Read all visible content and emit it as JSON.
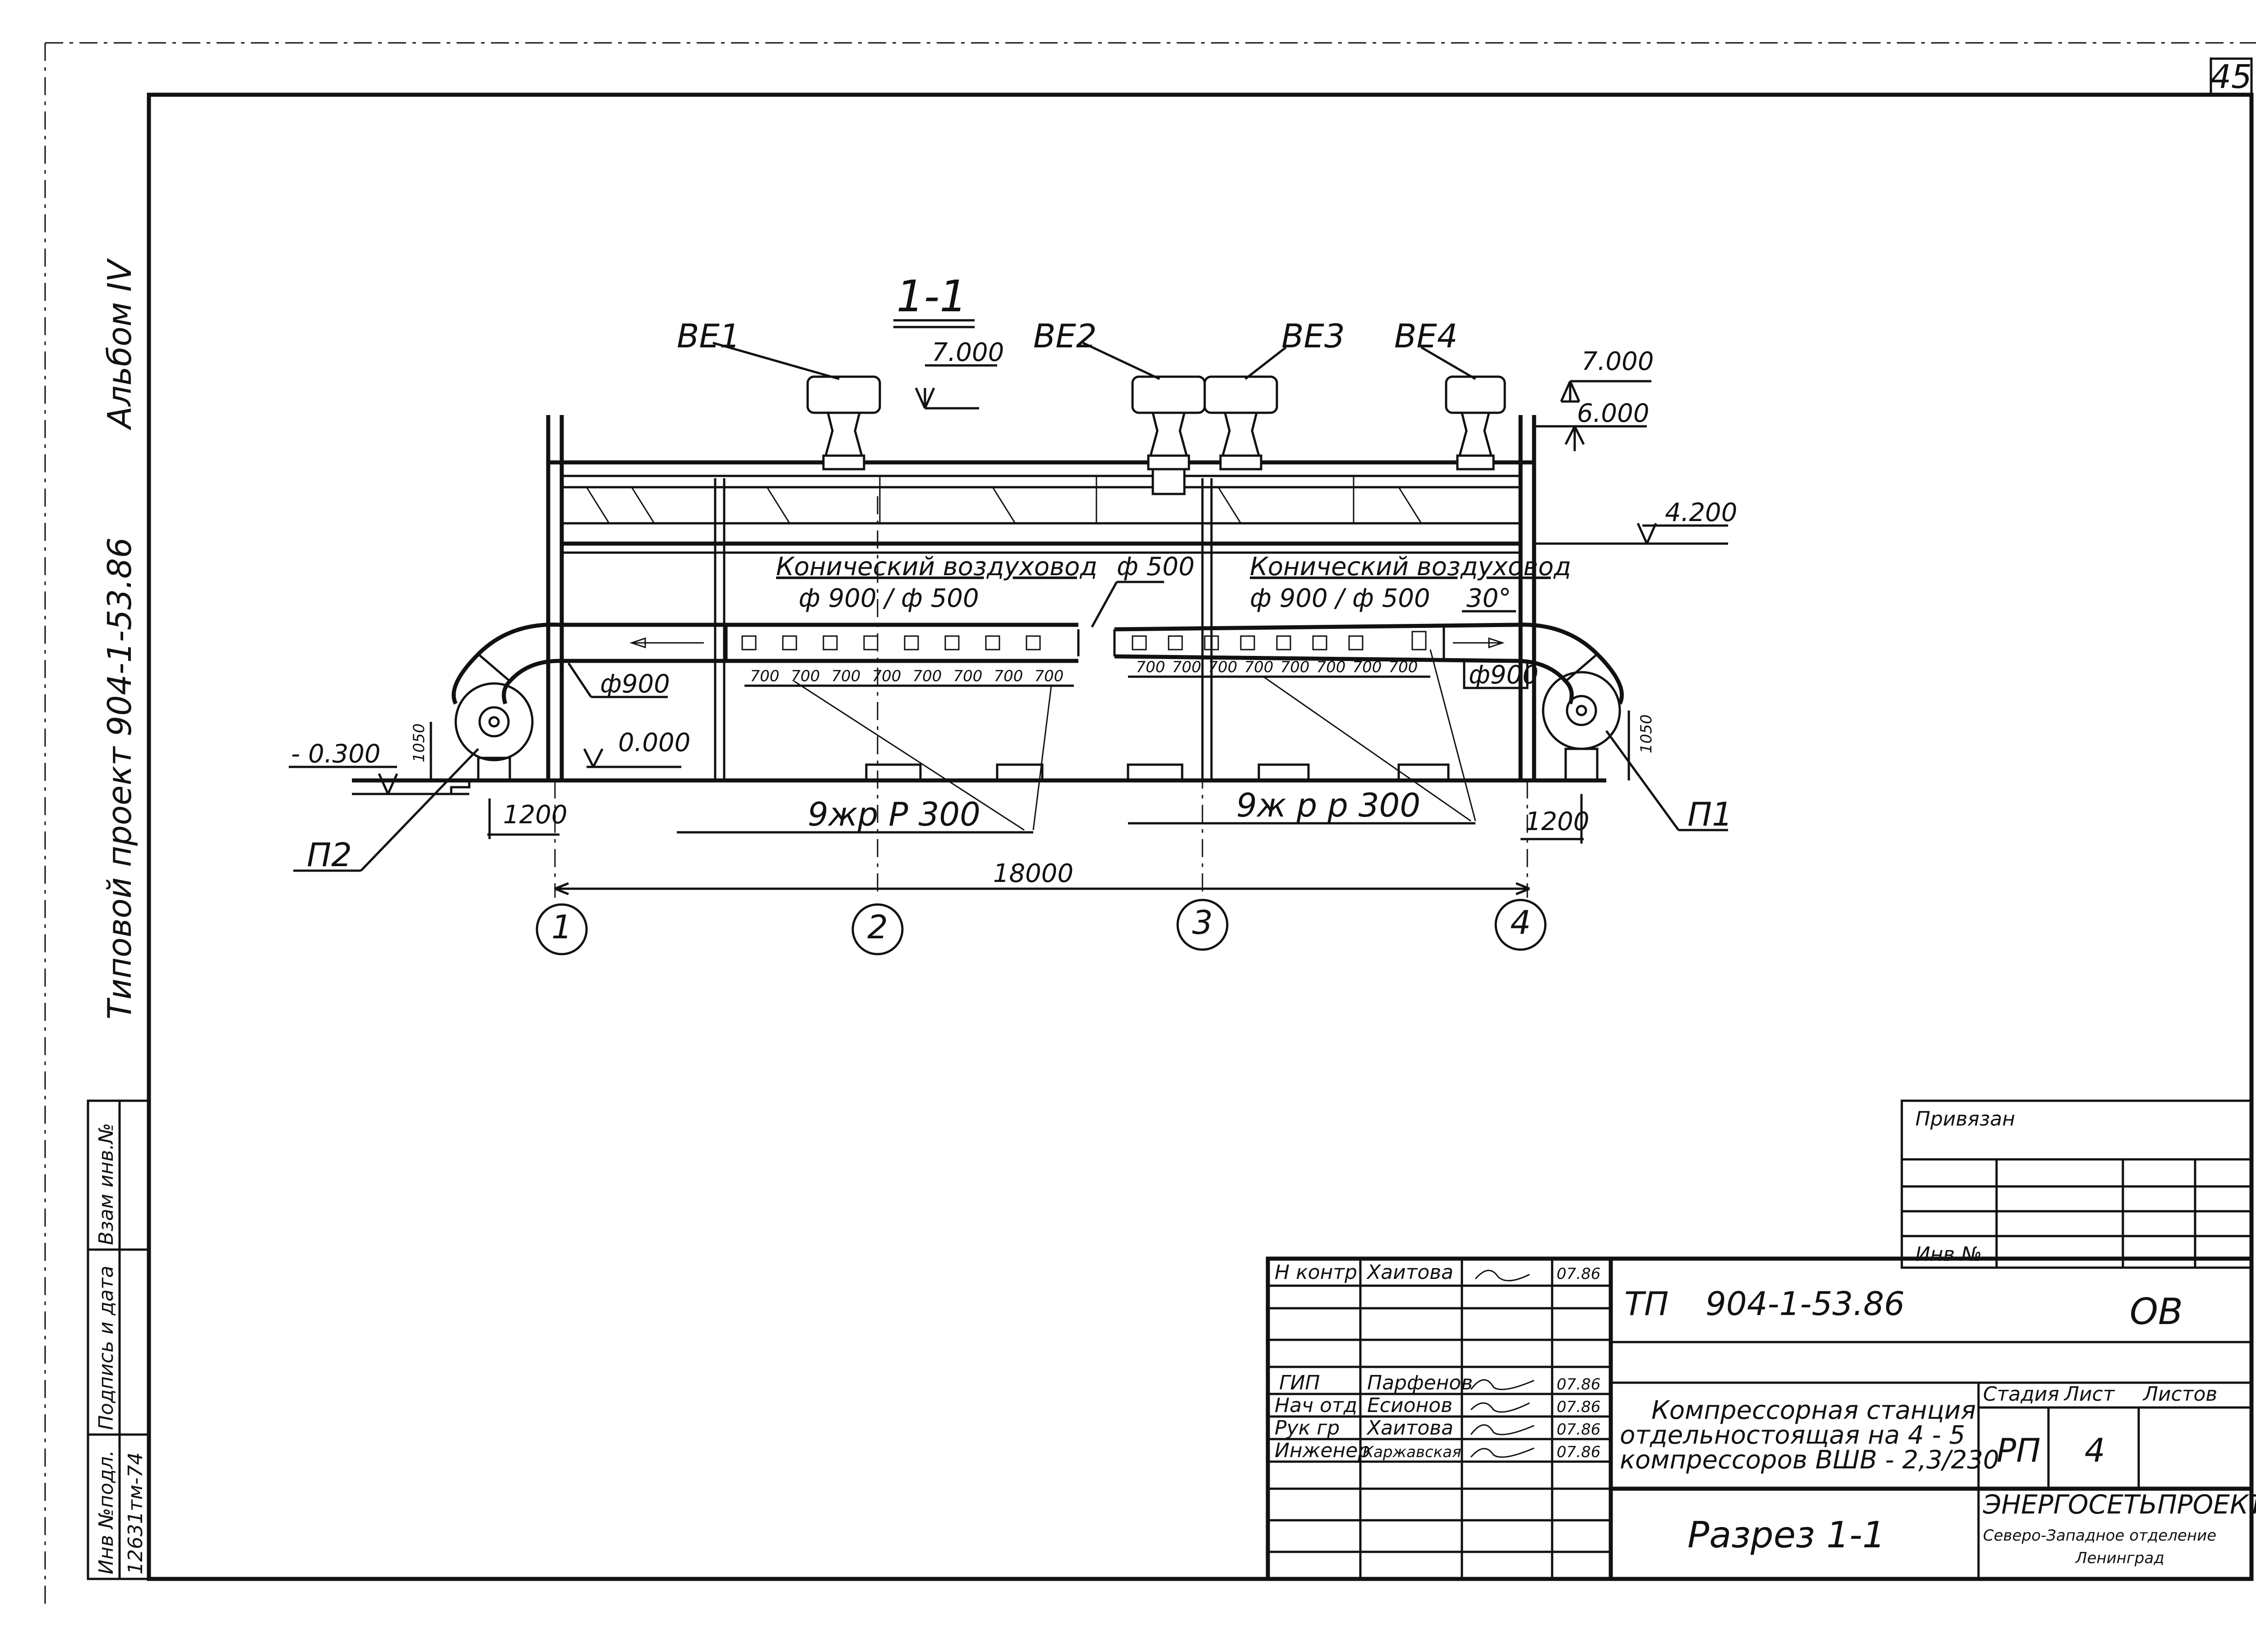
{
  "sheet": {
    "number": "45",
    "album": "Альбом IV",
    "project_margin": "Типовой проект 904-1-53.86"
  },
  "margin_table": {
    "vzam_inv": "Взам инв.№",
    "podpis_data": "Подпись и дата",
    "inv_podl": "Инв №подл.",
    "inv_podl_value": "12631тм-74"
  },
  "drawing": {
    "section_title": "1-1",
    "fans": [
      "ВЕ1",
      "ВЕ2",
      "ВЕ3",
      "ВЕ4"
    ],
    "levels": {
      "l7000_left": "7.000",
      "l7000_right": "7.000",
      "l6000": "6.000",
      "l4200": "4.200",
      "l0000": "0.000",
      "lminus300": "- 0.300"
    },
    "duct_left_label": "Конический воздуховод",
    "duct_left_size": "ф 900 / ф 500",
    "duct_right_label": "Конический воздуховод",
    "duct_right_size": "ф 900 / ф 500",
    "phi500": "ф 500",
    "phi900_left": "ф900",
    "phi900_right": "ф900",
    "deg30": "30°",
    "spacing_left": [
      "700",
      "700",
      "700",
      "700",
      "700",
      "700",
      "700",
      "700"
    ],
    "spacing_right": [
      "700",
      "700",
      "700",
      "700",
      "700",
      "700",
      "700",
      "700"
    ],
    "grille_left": "9жр   Р 300",
    "grille_right": "9ж р   р 300",
    "dim_1200_left": "1200",
    "dim_1200_right": "1200",
    "dim_1050_left": "1050",
    "dim_1050_right": "1050",
    "dim_18000": "18000",
    "unit_left": "П2",
    "unit_right": "П1",
    "axes": [
      "1",
      "2",
      "3",
      "4"
    ]
  },
  "stamp": {
    "privyazan": "Привязан",
    "inv_no": "Инв №",
    "roles": [
      "Н контр",
      "ГИП",
      "Нач отд",
      "Рук гр",
      "Инженер"
    ],
    "names": [
      "Хаитова",
      "Парфенов",
      "Есионов",
      "Хаитова",
      "Каржавская"
    ],
    "dates": [
      "07.86",
      "07.86",
      "07.86",
      "07.86",
      "07.86"
    ],
    "code_prefix": "ТП",
    "code": "904-1-53.86",
    "mark": "ОВ",
    "title_line1": "Компрессорная станция",
    "title_line2": "отдельностоящая на 4 - 5",
    "title_line3": "компрессоров ВШВ - 2,3/230",
    "stadia_label": "Стадия",
    "list_label": "Лист",
    "listov_label": "Листов",
    "stadia": "РП",
    "list": "4",
    "listov": "",
    "drawing_name": "Разрез 1-1",
    "org_line1": "ЭНЕРГОСЕТЬПРОЕКТ",
    "org_line2": "Северо-Западное отделение",
    "org_line3": "Ленинград"
  }
}
